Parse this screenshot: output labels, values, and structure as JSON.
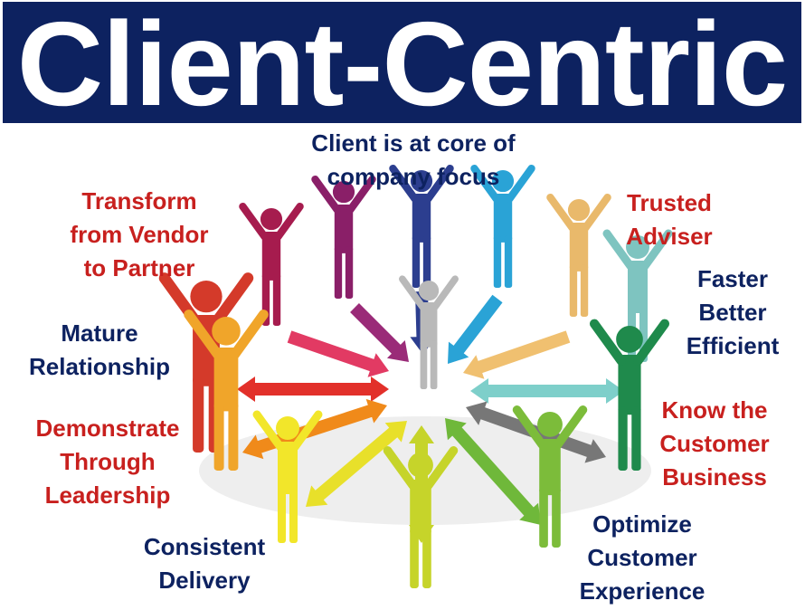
{
  "title": "Client-Centric",
  "center_label": [
    "Client is at core of",
    "company focus"
  ],
  "labels": {
    "transform": [
      "Transform",
      "from Vendor",
      "to Partner"
    ],
    "trusted": [
      "Trusted",
      "Adviser"
    ],
    "faster": [
      "Faster",
      "Better",
      "Efficient"
    ],
    "mature": [
      "Mature",
      "Relationship"
    ],
    "know": [
      "Know the",
      "Customer",
      "Business"
    ],
    "demonstrate": [
      "Demonstrate",
      "Through",
      "Leadership"
    ],
    "consistent": [
      "Consistent",
      "Delivery"
    ],
    "optimize": [
      "Optimize",
      "Customer",
      "Experience"
    ]
  },
  "colors": {
    "banner": "#0d2260",
    "navy_text": "#0d2260",
    "red_text": "#c8201e",
    "center_figure": "#b9b9b9",
    "figures": [
      "#a61c4e",
      "#8a1f68",
      "#2c3e8f",
      "#2aa3d6",
      "#e9b96b",
      "#7ec4c0",
      "#1f8a4c",
      "#7cbc3a",
      "#c6d42a",
      "#f2e62a",
      "#f0a52a",
      "#d43a2a"
    ]
  }
}
